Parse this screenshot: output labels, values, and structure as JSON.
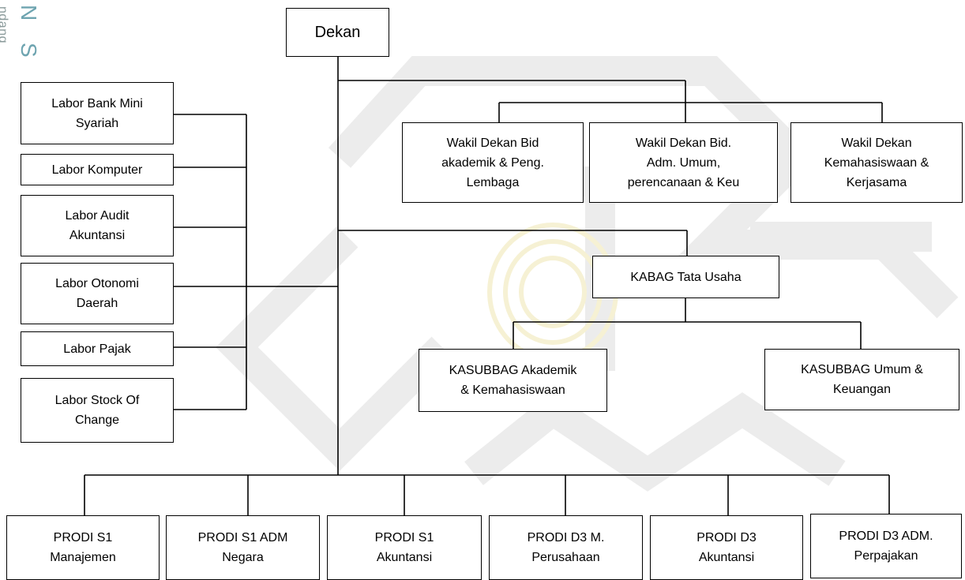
{
  "edge": {
    "left_text": "ndang",
    "left_big": "N S"
  },
  "org": {
    "dekan": "Dekan",
    "labs": [
      "Labor Bank Mini\nSyariah",
      "Labor Komputer",
      "Labor Audit\nAkuntansi",
      "Labor Otonomi\nDaerah",
      "Labor Pajak",
      "Labor Stock Of\nChange"
    ],
    "wakil": [
      "Wakil Dekan Bid\nakademik & Peng.\nLembaga",
      "Wakil Dekan Bid.\nAdm. Umum,\nperencanaan & Keu",
      "Wakil Dekan\nKemahasiswaan &\nKerjasama"
    ],
    "kabag": "KABAG Tata Usaha",
    "kasubbag": [
      "KASUBBAG Akademik\n& Kemahasiswaan",
      "KASUBBAG Umum &\nKeuangan"
    ],
    "prodi": [
      "PRODI S1\nManajemen",
      "PRODI S1 ADM\nNegara",
      "PRODI S1\nAkuntansi",
      "PRODI D3 M.\nPerusahaan",
      "PRODI D3\nAkuntansi",
      "PRODI D3 ADM.\nPerpajakan"
    ]
  }
}
